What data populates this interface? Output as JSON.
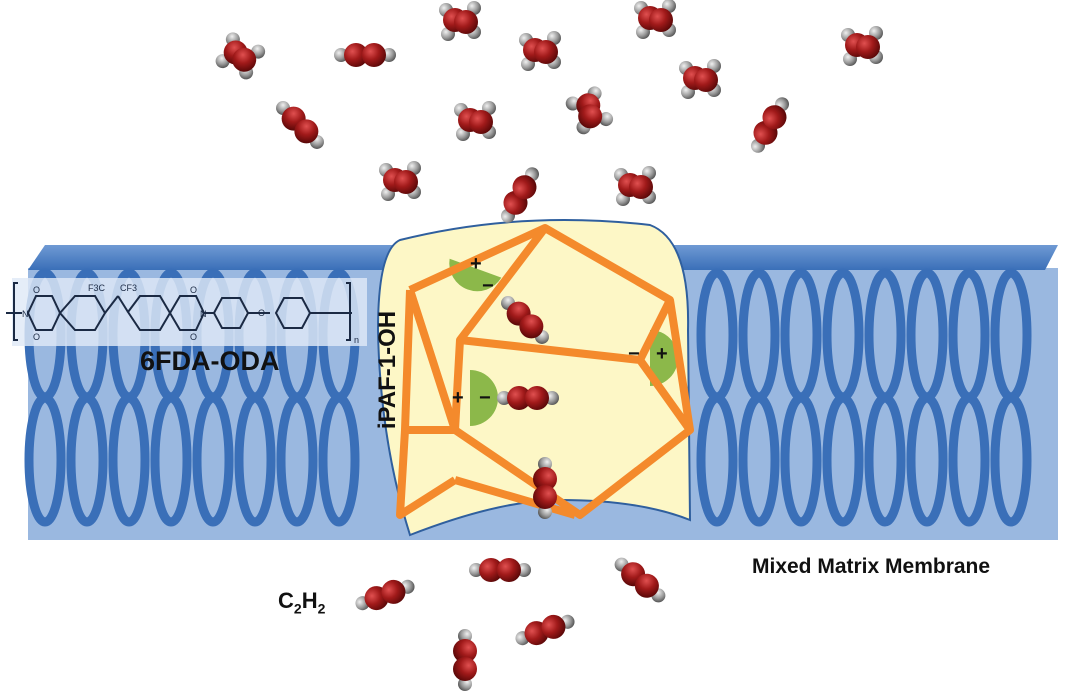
{
  "labels": {
    "polymer": "6FDA-ODA",
    "framework": "iPAF-1-OH",
    "membrane": "Mixed Matrix Membrane",
    "gas_main": "C",
    "gas_sub1": "2",
    "gas_mid": "H",
    "gas_sub2": "2"
  },
  "structure_text": {
    "cf3_left": "F3C",
    "cf3_right": "CF3",
    "n_left": "N",
    "n_right": "N",
    "o_ether": "O",
    "o1": "O",
    "o2": "O",
    "o3": "O",
    "o4": "O",
    "repeat": "n"
  },
  "charges": [
    "+",
    "−",
    "−",
    "+",
    "+",
    "−"
  ],
  "colors": {
    "membrane": "#3a6fb8",
    "membrane_light": "#8fb0dc",
    "framework_fill": "#fdf7c6",
    "cage": "#f48a2c",
    "site": "#8cb84a",
    "carbon": "#a11a1a",
    "hydrogen": "#9a9a9a"
  }
}
